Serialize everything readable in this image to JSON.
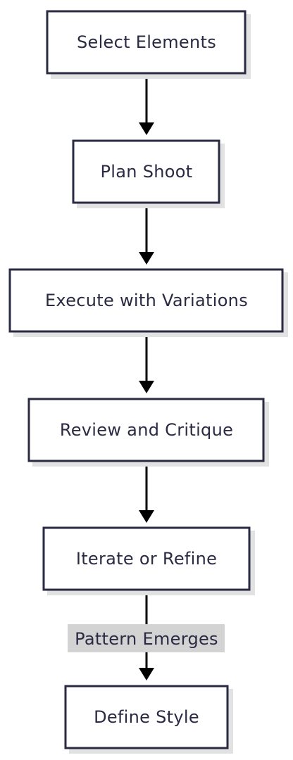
{
  "diagram": {
    "nodes": [
      {
        "id": "select",
        "label": "Select Elements"
      },
      {
        "id": "plan",
        "label": "Plan Shoot"
      },
      {
        "id": "execute",
        "label": "Execute with Variations"
      },
      {
        "id": "review",
        "label": "Review and Critique"
      },
      {
        "id": "iterate",
        "label": "Iterate or Refine"
      },
      {
        "id": "define",
        "label": "Define Style"
      }
    ],
    "edges": [
      {
        "from": "select",
        "to": "plan",
        "label": ""
      },
      {
        "from": "plan",
        "to": "execute",
        "label": ""
      },
      {
        "from": "execute",
        "to": "review",
        "label": ""
      },
      {
        "from": "review",
        "to": "iterate",
        "label": ""
      },
      {
        "from": "iterate",
        "to": "define",
        "label": "Pattern Emerges"
      }
    ],
    "colors": {
      "node_border": "#2b2a43",
      "node_fill": "#ffffff",
      "node_shadow": "#e2e2e2",
      "text": "#2b2a43",
      "edge": "#000000",
      "edge_label_background": "#d3d3d3"
    }
  }
}
